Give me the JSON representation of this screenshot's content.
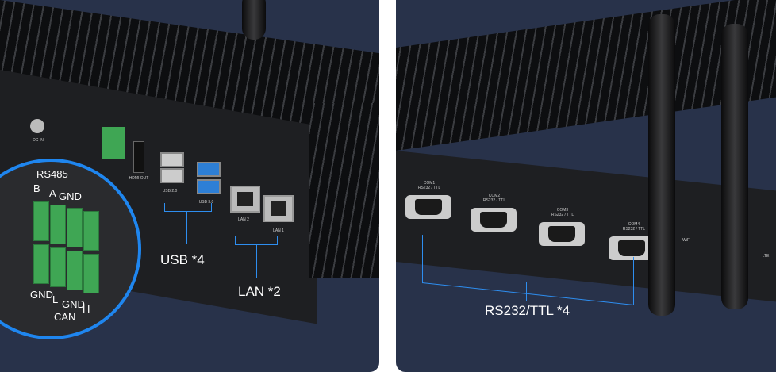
{
  "left_panel": {
    "callouts": {
      "usb": "USB *4",
      "lan": "LAN *2"
    },
    "zoom_labels": {
      "rs485": "RS485",
      "top_pins": [
        "B",
        "A",
        "GND"
      ],
      "bottom_pins": [
        "GND",
        "L",
        "GND",
        "H"
      ],
      "can": "CAN"
    },
    "port_labels": {
      "usb2": "USB 2.0",
      "usb3": "USB 3.0",
      "lan2": "LAN 2",
      "lan1": "LAN 1",
      "hdmi": "HDMI OUT",
      "dc": "DC IN"
    }
  },
  "right_panel": {
    "callouts": {
      "rs232": "RS232/TTL *4"
    },
    "com_ports": [
      {
        "name": "COM1",
        "type": "RS232 / TTL"
      },
      {
        "name": "COM2",
        "type": "RS232 / TTL"
      },
      {
        "name": "COM3",
        "type": "RS232 / TTL"
      },
      {
        "name": "COM4",
        "type": "RS232 / TTL"
      }
    ],
    "wifi_label": "WiFi",
    "lte_label": "LTE"
  },
  "colors": {
    "background": "#28324a",
    "accent": "#2e8ef0",
    "terminal": "#3fa654"
  }
}
